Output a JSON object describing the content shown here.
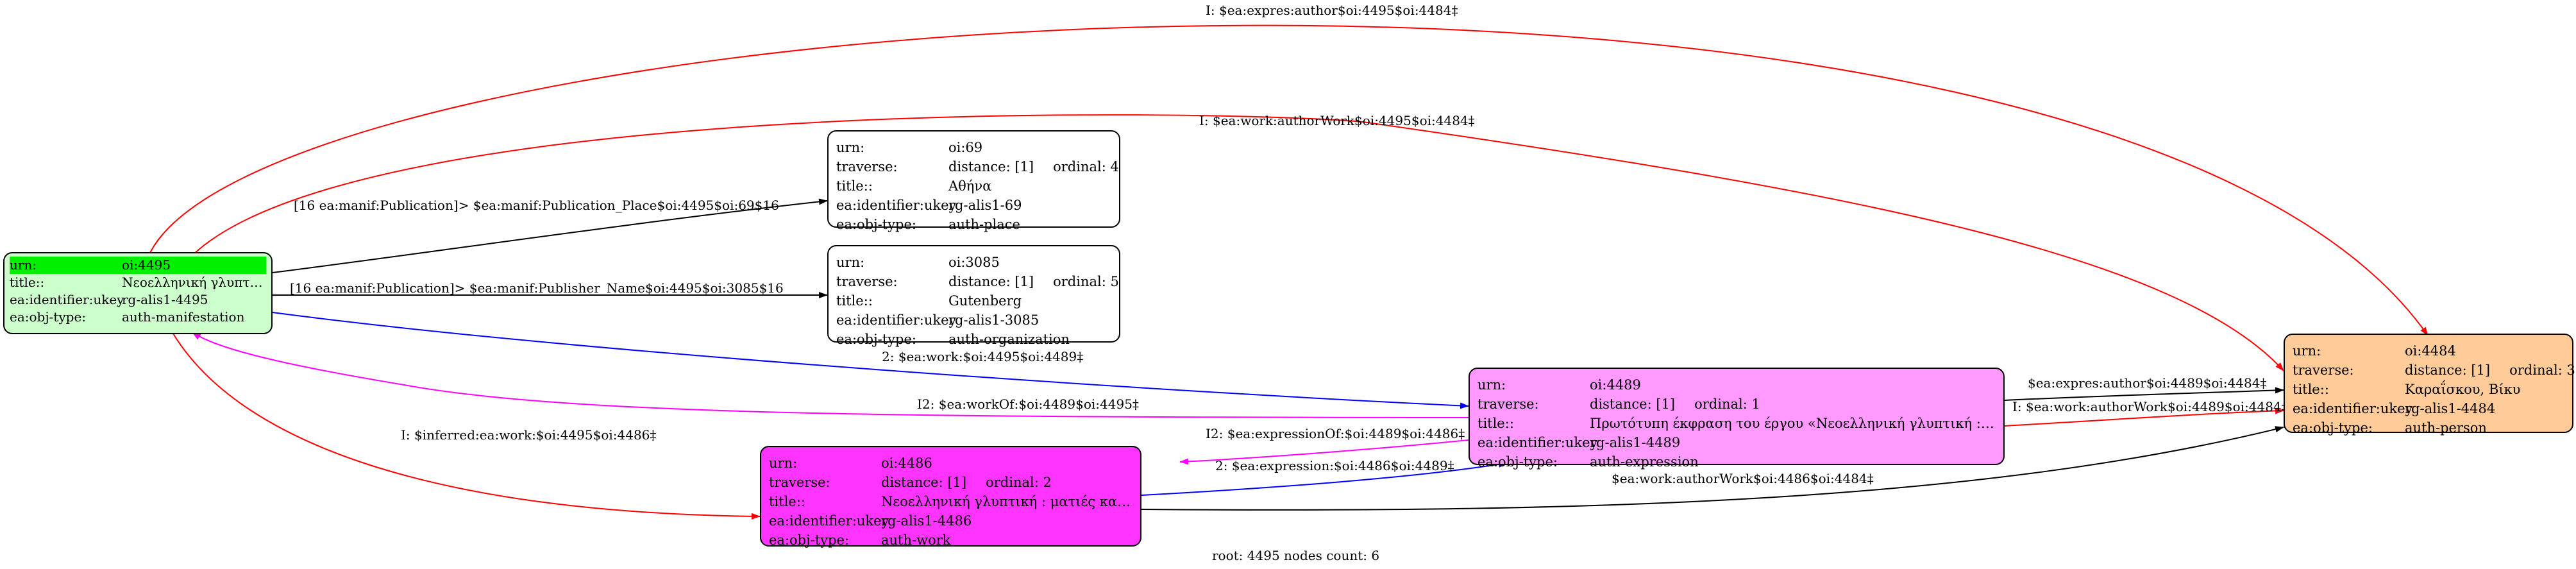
{
  "nodes": {
    "n4495": {
      "color": "#ccffcc",
      "rows": [
        {
          "k": "urn:",
          "v": "oi:4495"
        },
        {
          "k": "title::",
          "v": "Νεοελληνική γλυπτική"
        },
        {
          "k": "ea:identifier:ukey",
          "v": "rg-alis1-4495"
        },
        {
          "k": "ea:obj-type:",
          "v": "auth-manifestation"
        }
      ]
    },
    "n69": {
      "color": "#ffffff",
      "rows": [
        {
          "k": "urn:",
          "v": "oi:69"
        },
        {
          "k": "traverse:",
          "v": "distance: [1]",
          "o": "ordinal: 4"
        },
        {
          "k": "title::",
          "v": "Αθήνα"
        },
        {
          "k": "ea:identifier:ukey",
          "v": "rg-alis1-69"
        },
        {
          "k": "ea:obj-type:",
          "v": "auth-place"
        }
      ]
    },
    "n3085": {
      "color": "#ffffff",
      "rows": [
        {
          "k": "urn:",
          "v": "oi:3085"
        },
        {
          "k": "traverse:",
          "v": "distance: [1]",
          "o": "ordinal: 5"
        },
        {
          "k": "title::",
          "v": "Gutenberg"
        },
        {
          "k": "ea:identifier:ukey",
          "v": "rg-alis1-3085"
        },
        {
          "k": "ea:obj-type:",
          "v": "auth-organization"
        }
      ]
    },
    "n4489": {
      "color": "#ff99ff",
      "rows": [
        {
          "k": "urn:",
          "v": "oi:4489"
        },
        {
          "k": "traverse:",
          "v": "distance: [1]",
          "o": "ordinal: 1"
        },
        {
          "k": "title::",
          "v": "Πρωτότυπη έκφραση του έργου «Νεοελληνική γλυπτική : ματιές..."
        },
        {
          "k": "ea:identifier:ukey",
          "v": "rg-alis1-4489"
        },
        {
          "k": "ea:obj-type:",
          "v": "auth-expression"
        }
      ]
    },
    "n4486": {
      "color": "#ff33ff",
      "rows": [
        {
          "k": "urn:",
          "v": "oi:4486"
        },
        {
          "k": "traverse:",
          "v": "distance: [1]",
          "o": "ordinal: 2"
        },
        {
          "k": "title::",
          "v": "Νεοελληνική γλυπτική : ματιές και αναγνώσεις"
        },
        {
          "k": "ea:identifier:ukey",
          "v": "rg-alis1-4486"
        },
        {
          "k": "ea:obj-type:",
          "v": "auth-work"
        }
      ]
    },
    "n4484": {
      "color": "#ffcc99",
      "rows": [
        {
          "k": "urn:",
          "v": "oi:4484"
        },
        {
          "k": "traverse:",
          "v": "distance: [1]",
          "o": "ordinal: 3"
        },
        {
          "k": "title::",
          "v": "Καραΐσκου, Βίκυ"
        },
        {
          "k": "ea:identifier:ukey",
          "v": "rg-alis1-4484"
        },
        {
          "k": "ea:obj-type:",
          "v": "auth-person"
        }
      ]
    }
  },
  "edges": [
    {
      "label": "I: $ea:expres:author$oi:4495$oi:4484‡",
      "color": "#ff0000"
    },
    {
      "label": "I: $ea:work:authorWork$oi:4495$oi:4484‡",
      "color": "#ff0000"
    },
    {
      "label": "[16 ea:manif:Publication]> $ea:manif:Publication_Place$oi:4495$oi:69$16",
      "color": "#000000"
    },
    {
      "label": "[16 ea:manif:Publication]> $ea:manif:Publisher_Name$oi:4495$oi:3085$16",
      "color": "#000000"
    },
    {
      "label": "2: $ea:work:$oi:4495$oi:4489‡",
      "color": "#0000ff"
    },
    {
      "label": "I2: $ea:workOf:$oi:4489$oi:4495‡",
      "color": "#ff00ff"
    },
    {
      "label": "I: $inferred:ea:work:$oi:4495$oi:4486‡",
      "color": "#ff0000"
    },
    {
      "label": "$ea:expres:author$oi:4489$oi:4484‡",
      "color": "#000000"
    },
    {
      "label": "I: $ea:work:authorWork$oi:4489$oi:4484‡",
      "color": "#ff0000"
    },
    {
      "label": "I2: $ea:expressionOf:$oi:4489$oi:4486‡",
      "color": "#ff00ff"
    },
    {
      "label": "2: $ea:expression:$oi:4486$oi:4489‡",
      "color": "#0000ff"
    },
    {
      "label": "$ea:work:authorWork$oi:4486$oi:4484‡",
      "color": "#000000"
    }
  ],
  "footer": "root: 4495 nodes count: 6"
}
